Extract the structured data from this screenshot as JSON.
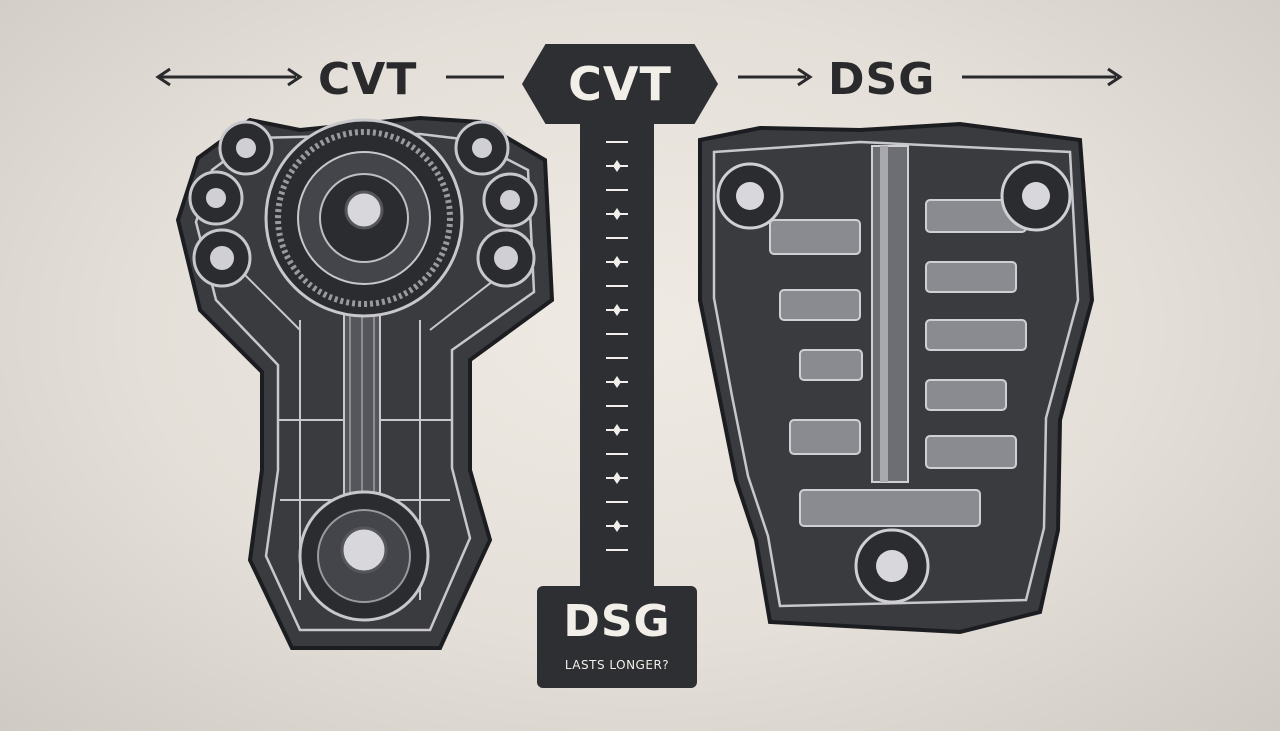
{
  "header": {
    "left_label": "CVT",
    "right_label": "DSG"
  },
  "center_sign": {
    "top_label": "CVT",
    "bottom_label": "DSG",
    "bottom_caption": "LASTS LONGER?"
  },
  "colors": {
    "dark": "#2e2f33",
    "background": "#e7e2db",
    "metal": "#a9a9ad"
  }
}
